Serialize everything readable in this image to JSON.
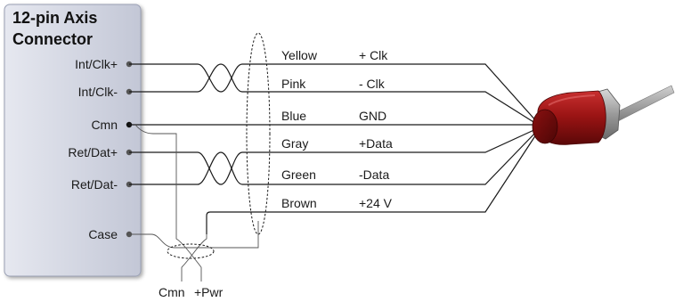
{
  "connector": {
    "title_line1": "12-pin Axis",
    "title_line2": "Connector",
    "pins": [
      {
        "label": "Int/Clk+"
      },
      {
        "label": "Int/Clk-"
      },
      {
        "label": "Cmn"
      },
      {
        "label": "Ret/Dat+"
      },
      {
        "label": "Ret/Dat-"
      },
      {
        "label": "Case"
      }
    ]
  },
  "wires": [
    {
      "color_name": "Yellow",
      "signal": "+ Clk"
    },
    {
      "color_name": "Pink",
      "signal": "- Clk"
    },
    {
      "color_name": "Blue",
      "signal": "GND"
    },
    {
      "color_name": "Gray",
      "signal": "+Data"
    },
    {
      "color_name": "Green",
      "signal": "-Data"
    },
    {
      "color_name": "Brown",
      "signal": "+24 V"
    }
  ],
  "bottom_labels": {
    "cmn": "Cmn",
    "pwr": "+Pwr"
  },
  "colors": {
    "connector_fill": "#d3d6e2",
    "encoder_body": "#a01818",
    "encoder_dark": "#6a0c0c",
    "shaft": "#9a9a9a"
  }
}
